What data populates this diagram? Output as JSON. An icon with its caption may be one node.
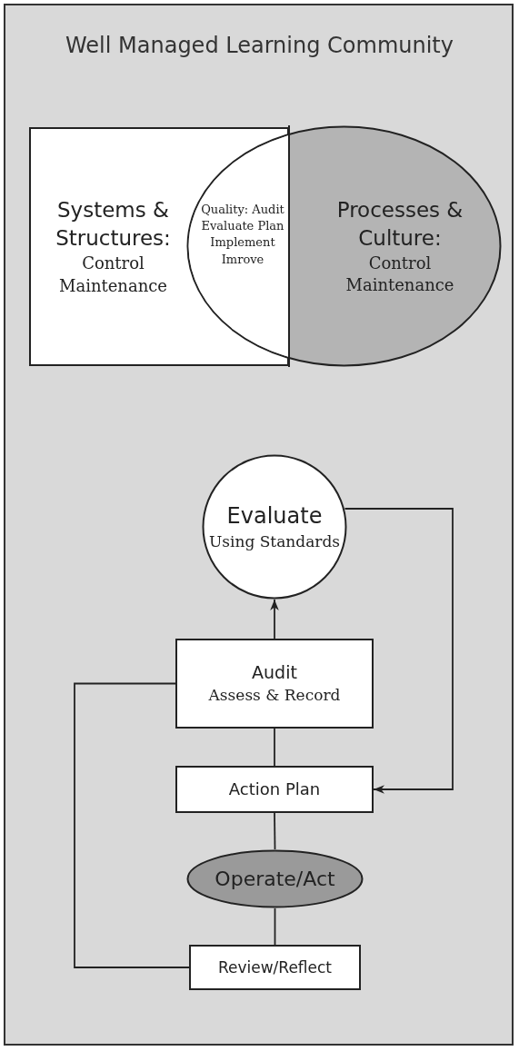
{
  "diagram": {
    "title": "Well Managed Learning Community",
    "nodes": [
      {
        "text": [
          "Systems & Structures:",
          "Control Maintenance"
        ]
      },
      {
        "text": [
          "Processes & Culture:",
          "Control Maintenance"
        ]
      },
      {
        "text": [
          "Evaluate",
          "Using Standards"
        ]
      },
      {
        "text": [
          "Audit",
          "Assess & Record"
        ]
      },
      {
        "text": [
          "Action Plan"
        ]
      },
      {
        "text": [
          "Operate/Act"
        ]
      },
      {
        "text": [
          "Review/Reflect"
        ]
      }
    ],
    "edges": [
      {
        "from": 3,
        "to": 2,
        "arrow": "to"
      },
      {
        "from": 2,
        "to": 4,
        "arrow": "to"
      },
      {
        "from": 3,
        "to": 4,
        "arrow": "none"
      },
      {
        "from": 4,
        "to": 5,
        "arrow": "none"
      },
      {
        "from": 5,
        "to": 6,
        "arrow": "none"
      },
      {
        "from": 6,
        "to": 3,
        "arrow": "none"
      }
    ],
    "labels": [
      "Quality: Audit Evaluate Plan Implement Imrove"
    ]
  }
}
